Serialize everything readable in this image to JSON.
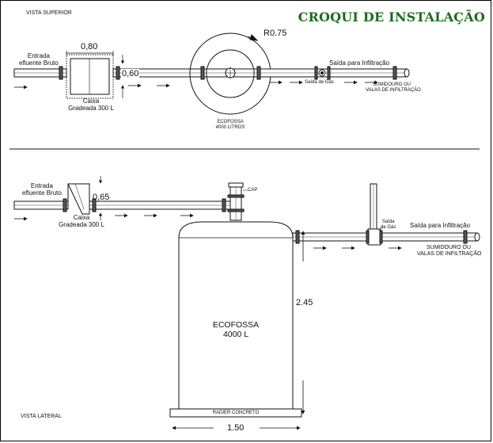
{
  "title": "CROQUI DE INSTALAÇÃO",
  "top_view": {
    "label": "VISTA SUPERIOR",
    "inlet": [
      "Entrada",
      "efluente Bruto"
    ],
    "box_width": "0,80",
    "box_depth": "0,60",
    "box": [
      "Caixa",
      "Gradeada 300 L"
    ],
    "radius": "R0.75",
    "tank": [
      "ECOFOSSA",
      "4000 LITROS"
    ],
    "gas_outlet": "Saída de Gás",
    "outlet": "Saída para Infiltração",
    "sump": [
      "SUMIDOURO OU",
      "VALAS DE INFILTRAÇÃO"
    ]
  },
  "side_view": {
    "label": "VISTA LATERAL",
    "inlet": [
      "Entrada",
      "efluente Bruto"
    ],
    "box_height": "0,65",
    "box": [
      "Caixa",
      "Gradeada 300 L"
    ],
    "cap": "CAP",
    "gas_outlet": [
      "Saída",
      "de Gás"
    ],
    "outlet": "Saída para Infiltração",
    "sump": [
      "SUMIDOURO OU",
      "VALAS DE INFILTRAÇÃO"
    ],
    "tank": [
      "ECOFOSSA",
      "4000 L"
    ],
    "height": "2.45",
    "base": "RADIER CONCRETO",
    "width": "1.50"
  }
}
